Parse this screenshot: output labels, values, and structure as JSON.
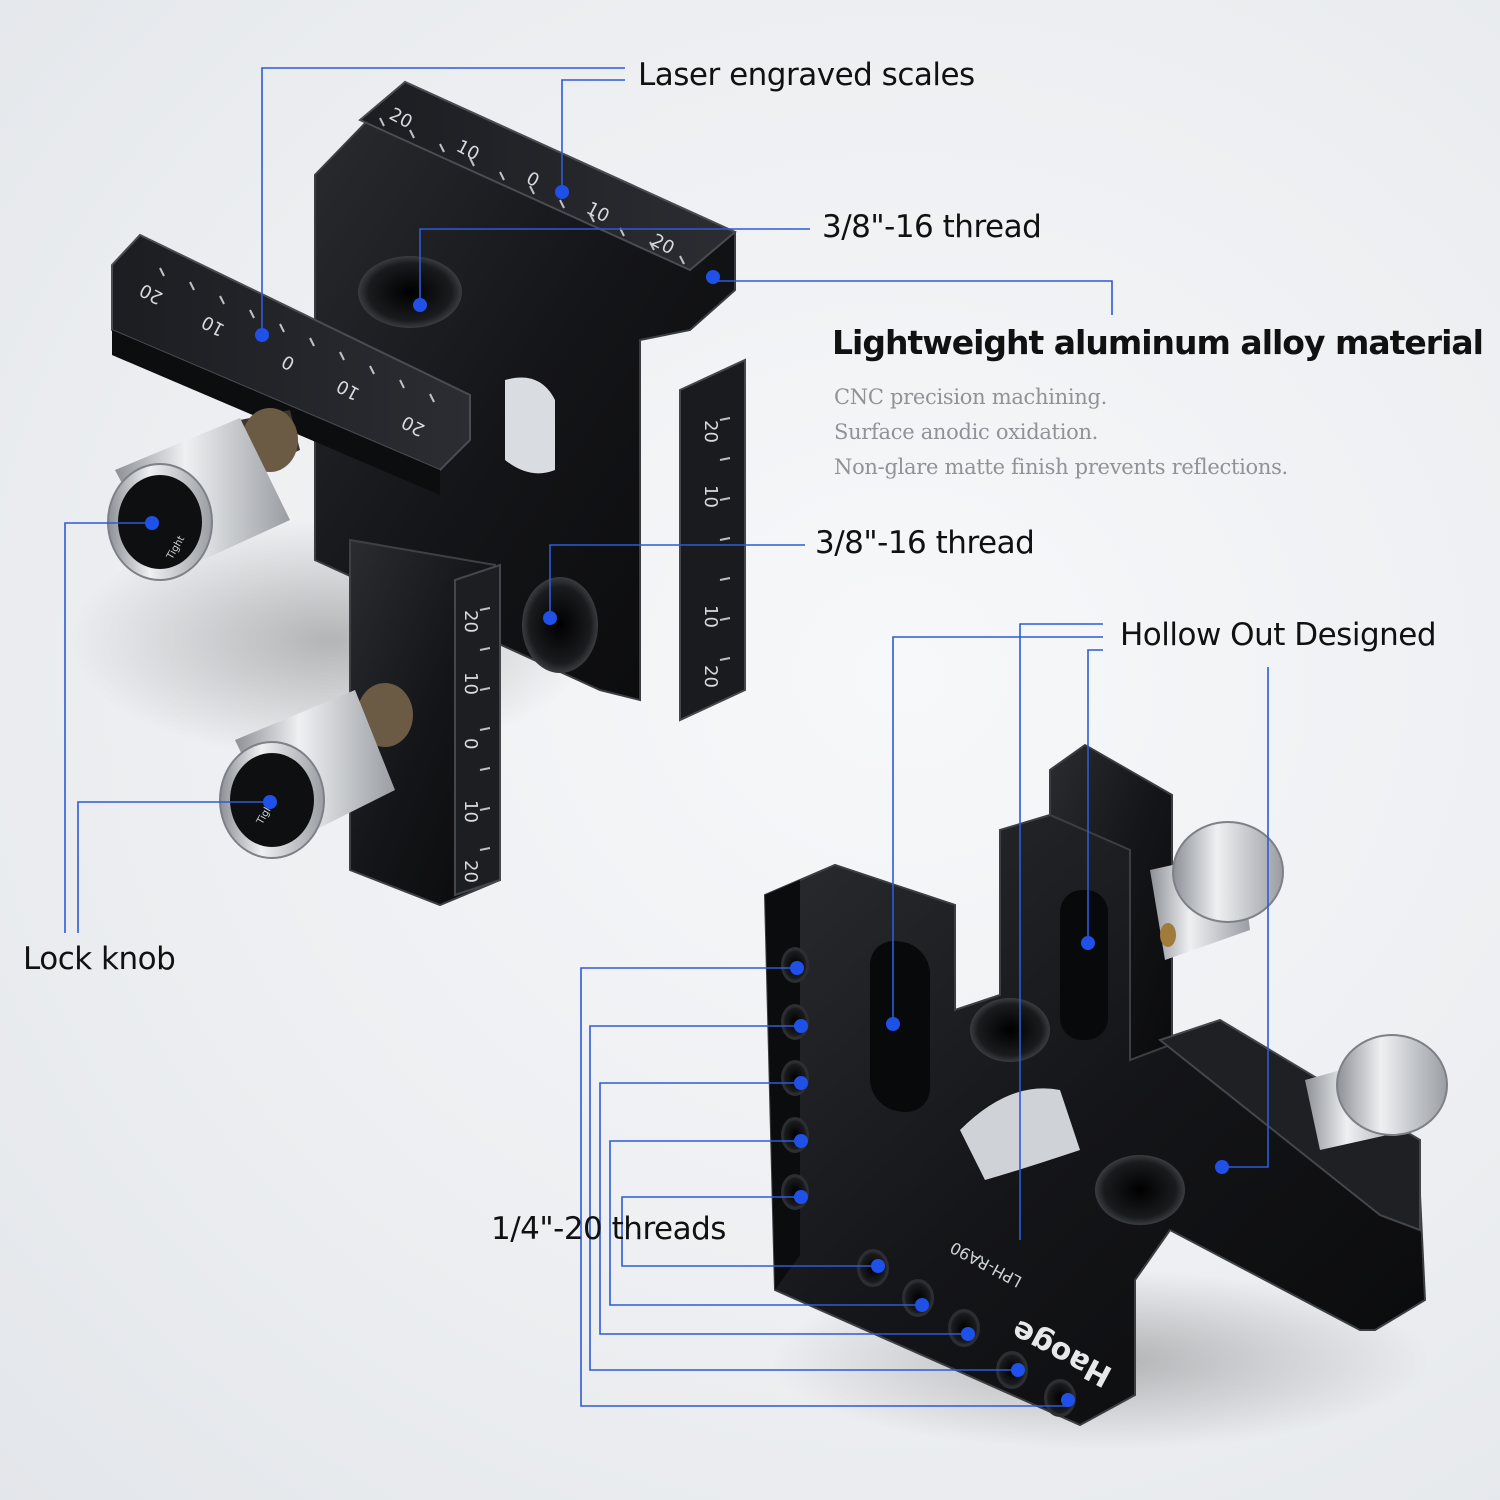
{
  "callouts": {
    "laser_scales": "Laser engraved scales",
    "thread_top": "3/8\"-16  thread",
    "material_title": "Lightweight aluminum alloy material",
    "material_details": [
      "CNC precision machining.",
      "Surface anodic oxidation.",
      "Non-glare matte finish prevents reflections."
    ],
    "thread_mid": "3/8\"-16  thread",
    "hollow": "Hollow Out Designed",
    "lock_knob": "Lock knob",
    "quarter_threads": "1/4\"-20 threads"
  },
  "engravings": {
    "scale_ticks": [
      "20",
      "10",
      "0",
      "10",
      "20"
    ],
    "brand": "Haoge",
    "model": "LPH-RA90",
    "knob_text": "Tight"
  },
  "colors": {
    "leader": "#2d5bd6",
    "dot": "#1f50e8",
    "metal": "#16171a",
    "metal_edge": "#3a3c41",
    "knob": "#c9ccd0"
  }
}
